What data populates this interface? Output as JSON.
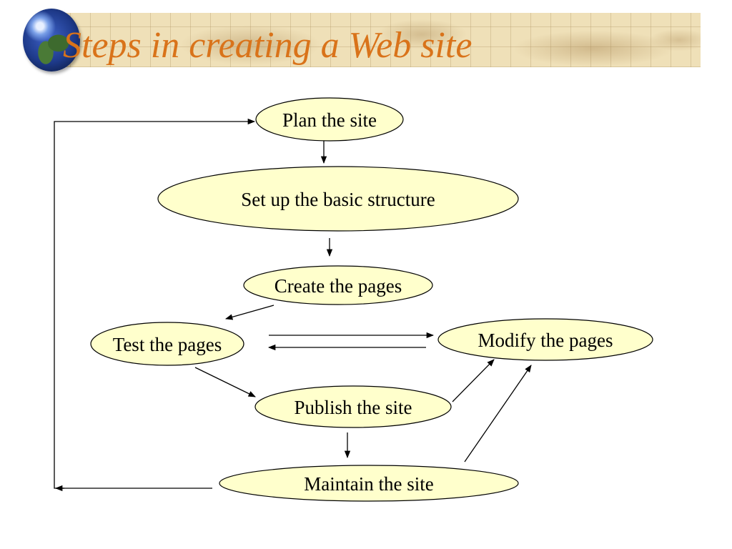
{
  "slide": {
    "title": "Steps in creating a Web site"
  },
  "diagram": {
    "nodes": {
      "plan": "Plan the site",
      "structure": "Set up the basic structure",
      "create": "Create the pages",
      "test": "Test the pages",
      "modify": "Modify the pages",
      "publish": "Publish the site",
      "maintain": "Maintain the site"
    },
    "edges": [
      {
        "from": "plan",
        "to": "structure"
      },
      {
        "from": "structure",
        "to": "create"
      },
      {
        "from": "create",
        "to": "test"
      },
      {
        "from": "test",
        "to": "modify"
      },
      {
        "from": "modify",
        "to": "test"
      },
      {
        "from": "test",
        "to": "publish"
      },
      {
        "from": "publish",
        "to": "modify"
      },
      {
        "from": "publish",
        "to": "maintain"
      },
      {
        "from": "maintain",
        "to": "modify"
      },
      {
        "from": "maintain",
        "to": "plan"
      }
    ],
    "colors": {
      "node_fill": "#ffffcc",
      "title": "#d9731a",
      "line": "#000000"
    }
  }
}
